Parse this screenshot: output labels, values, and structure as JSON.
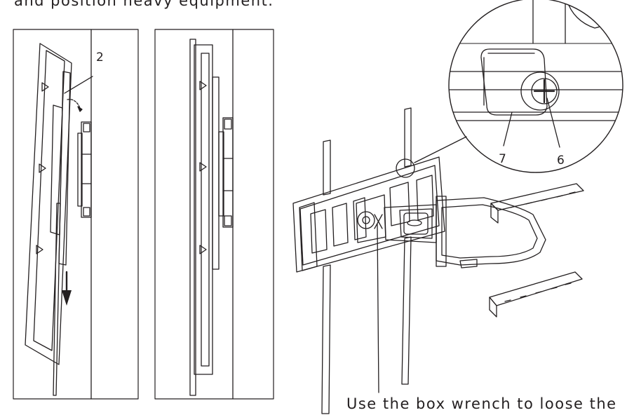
{
  "header": {
    "text": "and position heavy equipment."
  },
  "footer": {
    "text": "Use the box wrench to loose the"
  },
  "callouts": {
    "left_part": "2",
    "detail_part_a": "7",
    "detail_part_b": "6"
  },
  "icons": [
    "down-arrow-icon",
    "curved-arrow-icon",
    "screw-icon",
    "brand-logo"
  ],
  "colors": {
    "line": "#231f20",
    "paper": "#ffffff"
  }
}
